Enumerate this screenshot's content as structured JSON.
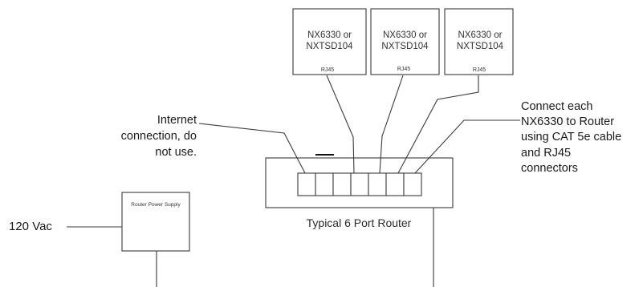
{
  "devices": [
    {
      "line1": "NX6330 or",
      "line2": "NXTSD104",
      "port": "RJ45"
    },
    {
      "line1": "NX6330 or",
      "line2": "NXTSD104",
      "port": "RJ45"
    },
    {
      "line1": "NX6330 or",
      "line2": "NXTSD104",
      "port": "RJ45"
    }
  ],
  "internet_note": {
    "lines": [
      "Internet",
      "connection, do",
      "not use."
    ]
  },
  "connect_note": {
    "lines": [
      "Connect each",
      "NX6330 to Router",
      "using CAT 5e cable",
      "and RJ45",
      "connectors"
    ]
  },
  "router": {
    "label": "Typical 6 Port Router",
    "port_count": 7
  },
  "power_supply": {
    "label": "Router Power Supply"
  },
  "power_input": {
    "label": "120 Vac"
  }
}
